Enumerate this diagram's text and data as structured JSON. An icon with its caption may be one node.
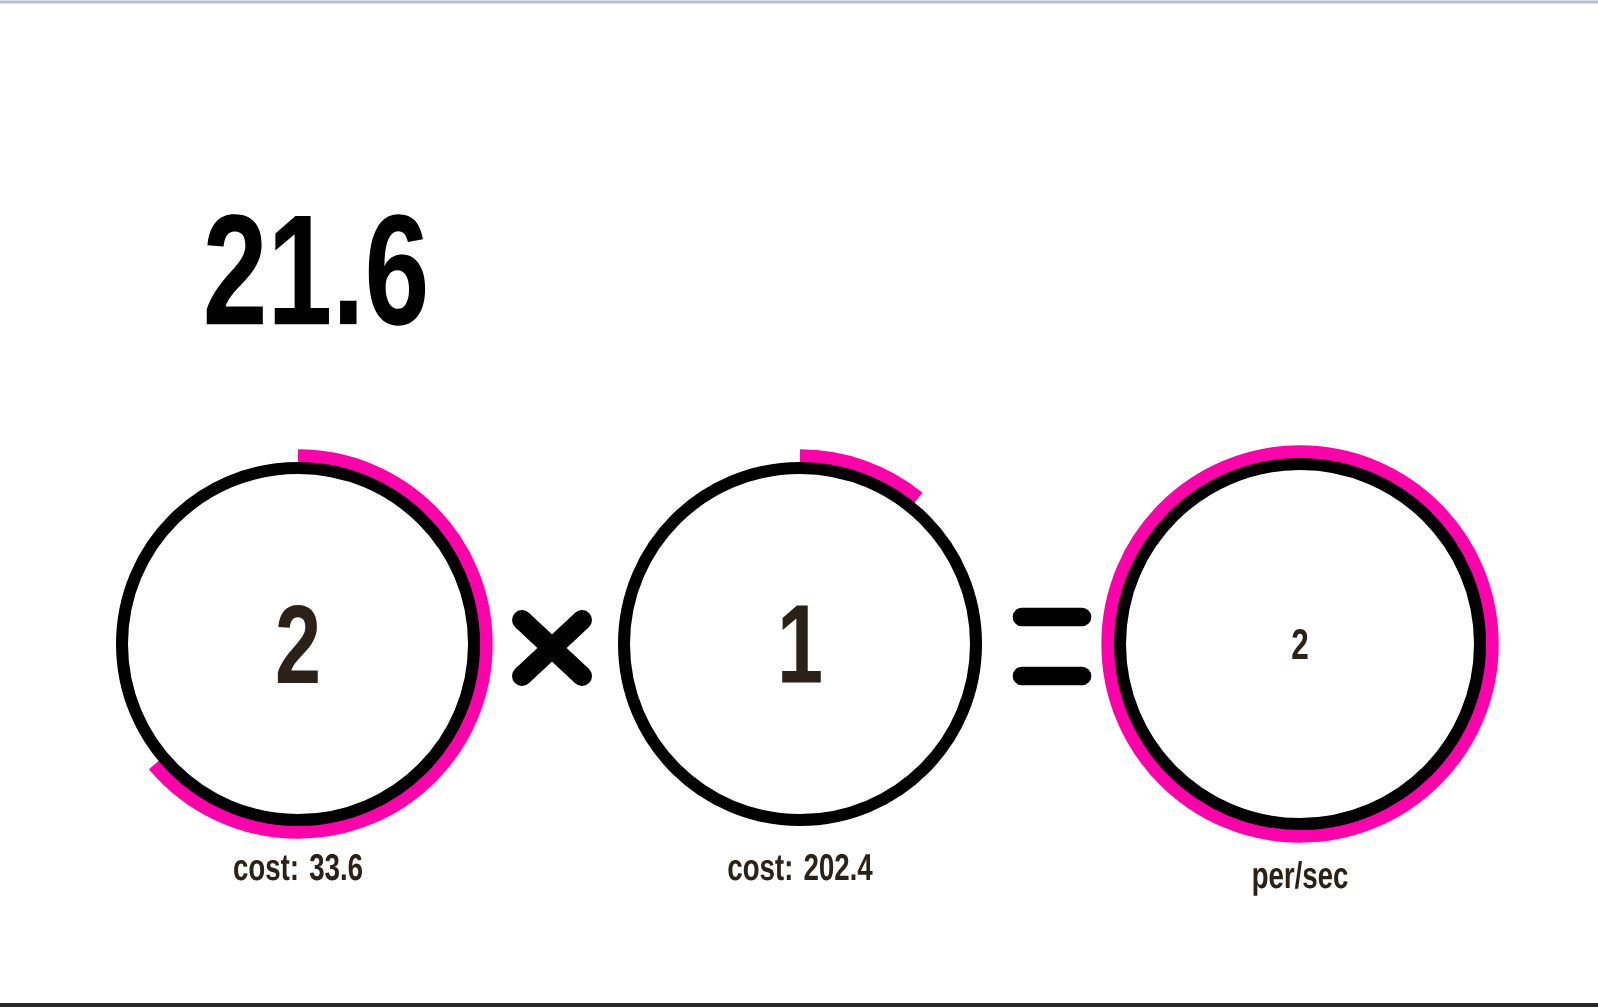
{
  "diagram": {
    "nodes": [
      {
        "text": [
          "2"
        ],
        "beside": [
          "cost: 33.6"
        ]
      },
      {
        "text": [
          "1"
        ],
        "beside": [
          "cost: 202.4"
        ]
      },
      {
        "text": [
          "2"
        ],
        "beside": [
          "per/sec"
        ]
      }
    ],
    "labels": [
      "21.6"
    ]
  }
}
